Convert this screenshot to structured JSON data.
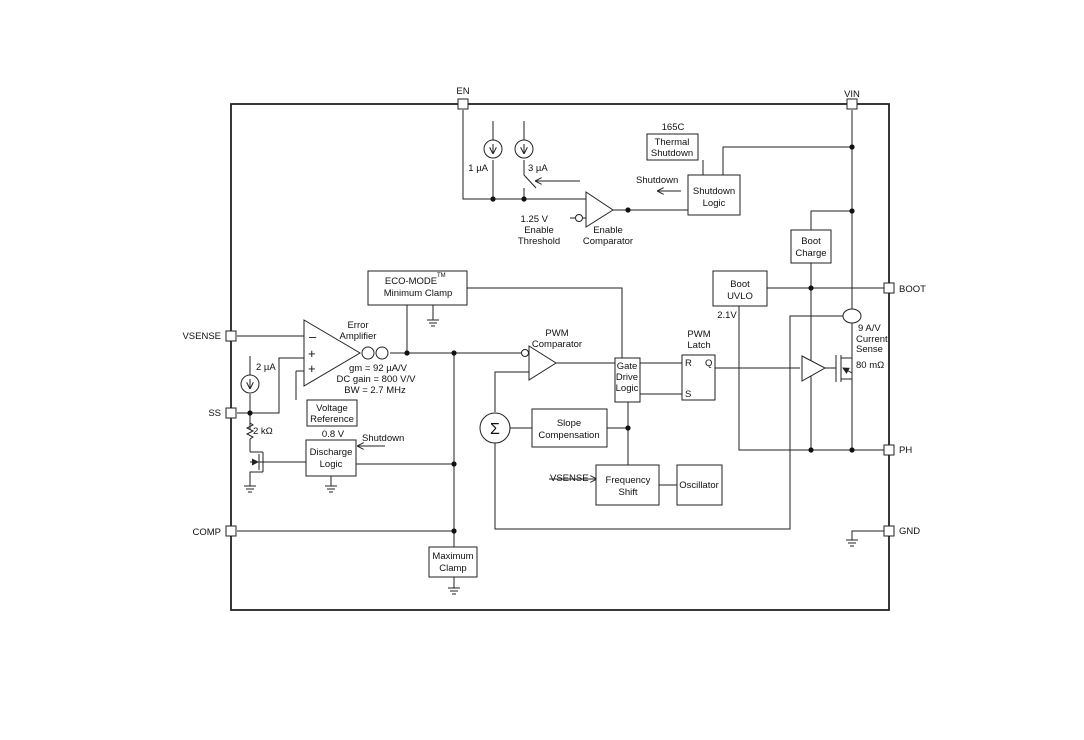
{
  "pins": {
    "en": "EN",
    "vin": "VIN",
    "boot": "BOOT",
    "vsense": "VSENSE",
    "ss": "SS",
    "ph": "PH",
    "comp": "COMP",
    "gnd": "GND"
  },
  "labels": {
    "temp": "165C",
    "thermal_1": "Thermal",
    "thermal_2": "Shutdown",
    "shutdown_arrow": "Shutdown",
    "sd_logic_1": "Shutdown",
    "sd_logic_2": "Logic",
    "i1": "1 µA",
    "i3": "3 µA",
    "enable_v": "1.25 V",
    "enable_thr_1": "Enable",
    "enable_thr_2": "Threshold",
    "enable_cmp_1": "Enable",
    "enable_cmp_2": "Comparator",
    "boot_charge_1": "Boot",
    "boot_charge_2": "Charge",
    "eco_1": "ECO-MODE",
    "eco_tm": "TM",
    "eco_2": "Minimum Clamp",
    "boot_uvlo_1": "Boot",
    "boot_uvlo_2": "UVLO",
    "uvlo_v": "2.1V",
    "cs_1": "9 A/V",
    "cs_2": "Current",
    "cs_3": "Sense",
    "rds": "80 mΩ",
    "err_1": "Error",
    "err_2": "Amplifier",
    "minus": "–",
    "plus1": "+",
    "plus2": "+",
    "gm": "gm = 92 µA/V",
    "dcgain": "DC gain = 800 V/V",
    "bw": "BW = 2.7 MHz",
    "pwm_cmp_1": "PWM",
    "pwm_cmp_2": "Comparator",
    "gate_1": "Gate",
    "gate_2": "Drive",
    "gate_3": "Logic",
    "latch_1": "PWM",
    "latch_2": "Latch",
    "latch_r": "R",
    "latch_q": "Q",
    "latch_s": "S",
    "i2": "2 µA",
    "vref_1": "Voltage",
    "vref_2": "Reference",
    "r2k": "2 kΩ",
    "v08": "0.8 V",
    "shutdown_dis": "Shutdown",
    "dis_1": "Discharge",
    "dis_2": "Logic",
    "sigma": "Σ",
    "slope_1": "Slope",
    "slope_2": "Compensation",
    "vsense_in": "VSENSE",
    "freq_1": "Frequency",
    "freq_2": "Shift",
    "osc": "Oscillator",
    "max_1": "Maximum",
    "max_2": "Clamp"
  }
}
